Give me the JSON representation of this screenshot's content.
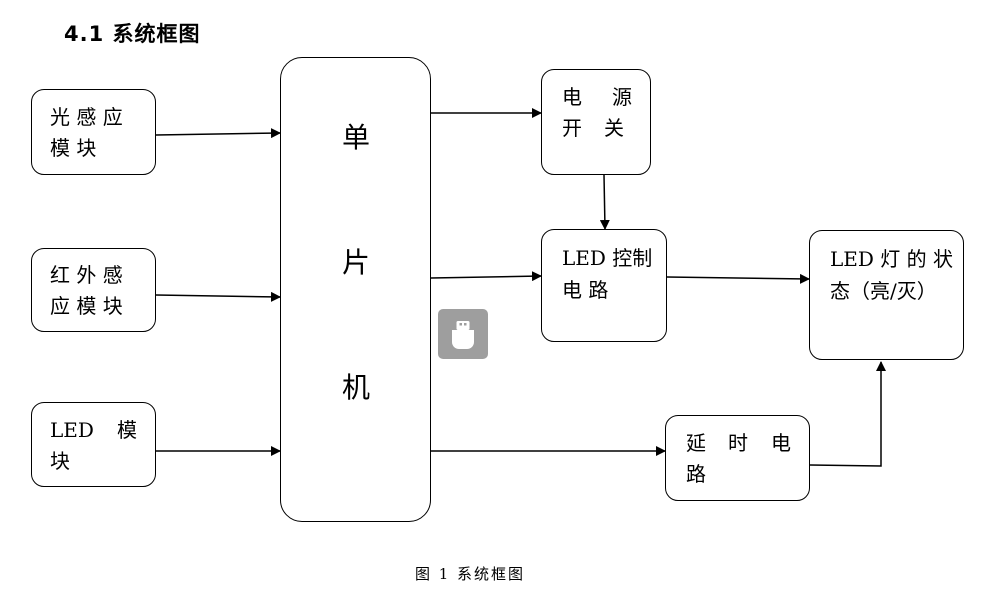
{
  "heading": "4.1 系统框图",
  "blocks": {
    "light_sensor": {
      "line1": "光 感 应",
      "line2": "模 块"
    },
    "ir_sensor": {
      "line1": "红 外 感",
      "line2": "应 模 块"
    },
    "led_module": {
      "line1a": "LED",
      "line1b": "模",
      "line2": "块"
    },
    "mcu": {
      "char1": "单",
      "char2": "片",
      "char3": "机"
    },
    "power_switch": {
      "line1a": "电",
      "line1b": "源",
      "line2a": "开",
      "line2b": "关"
    },
    "led_control": {
      "line1": "LED 控制",
      "line2": "电 路"
    },
    "delay_circuit": {
      "line1a": "延",
      "line1b": "时",
      "line1c": "电",
      "line2": "路"
    },
    "led_state": {
      "line1": "LED 灯 的 状",
      "line2": "态（亮/灭）"
    }
  },
  "caption": "图 1  系统框图",
  "usb_widget": {
    "icon": "usb-drive-icon"
  }
}
